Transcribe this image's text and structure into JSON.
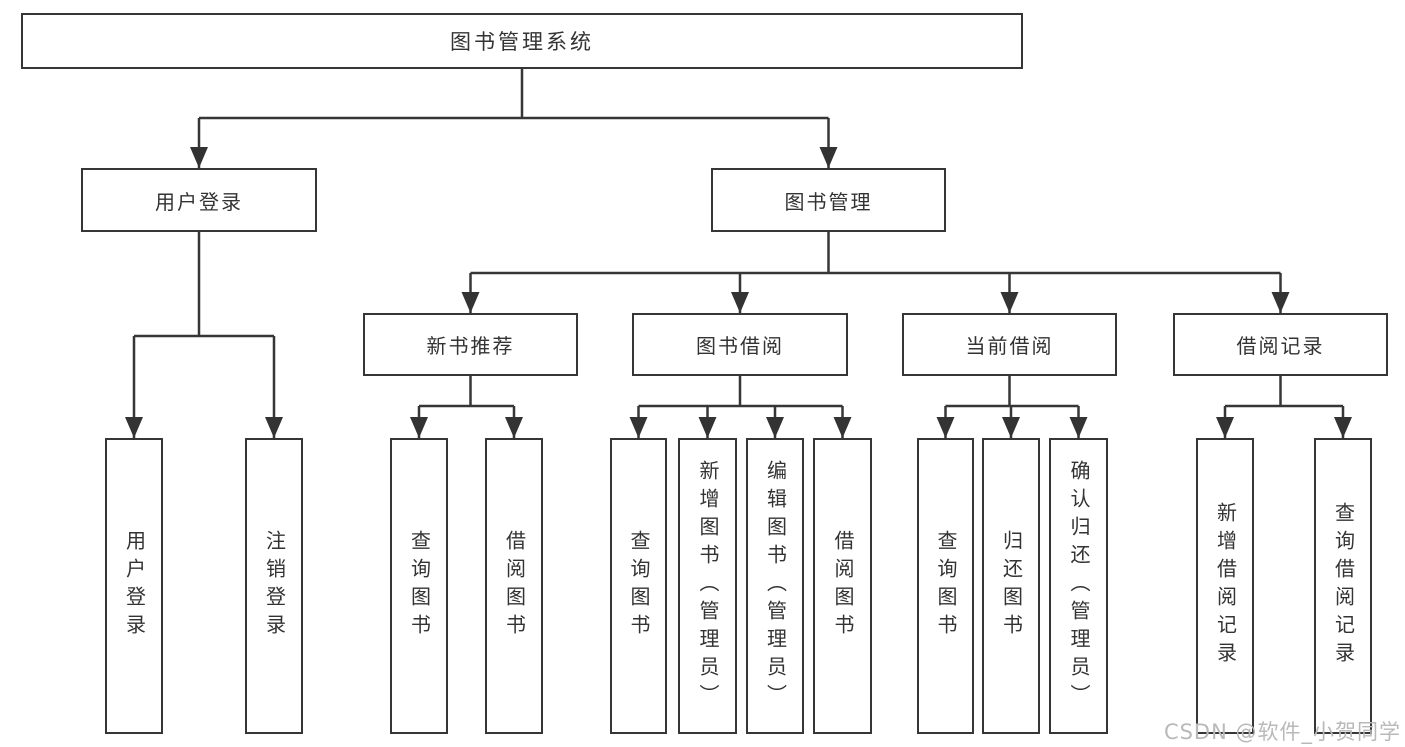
{
  "diagram": {
    "type": "hierarchy-tree",
    "root": {
      "label": "图书管理系统"
    },
    "branches": [
      {
        "label": "用户登录",
        "children": [
          {
            "label": "用户登录"
          },
          {
            "label": "注销登录"
          }
        ]
      },
      {
        "label": "图书管理",
        "children": [
          {
            "label": "新书推荐",
            "children": [
              {
                "label": "查询图书"
              },
              {
                "label": "借阅图书"
              }
            ]
          },
          {
            "label": "图书借阅",
            "children": [
              {
                "label": "查询图书"
              },
              {
                "label": "新增图书（管理员）"
              },
              {
                "label": "编辑图书（管理员）"
              },
              {
                "label": "借阅图书"
              }
            ]
          },
          {
            "label": "当前借阅",
            "children": [
              {
                "label": "查询图书"
              },
              {
                "label": "归还图书"
              },
              {
                "label": "确认归还（管理员）"
              }
            ]
          },
          {
            "label": "借阅记录",
            "children": [
              {
                "label": "新增借阅记录"
              },
              {
                "label": "查询借阅记录"
              }
            ]
          }
        ]
      }
    ]
  },
  "watermark": {
    "text": "CSDN @软件_小贺同学"
  },
  "colors": {
    "line": "#363636",
    "text": "#333333",
    "box_fill": "#ffffff",
    "background": "#ffffff",
    "watermark": "#b9b9b9"
  }
}
